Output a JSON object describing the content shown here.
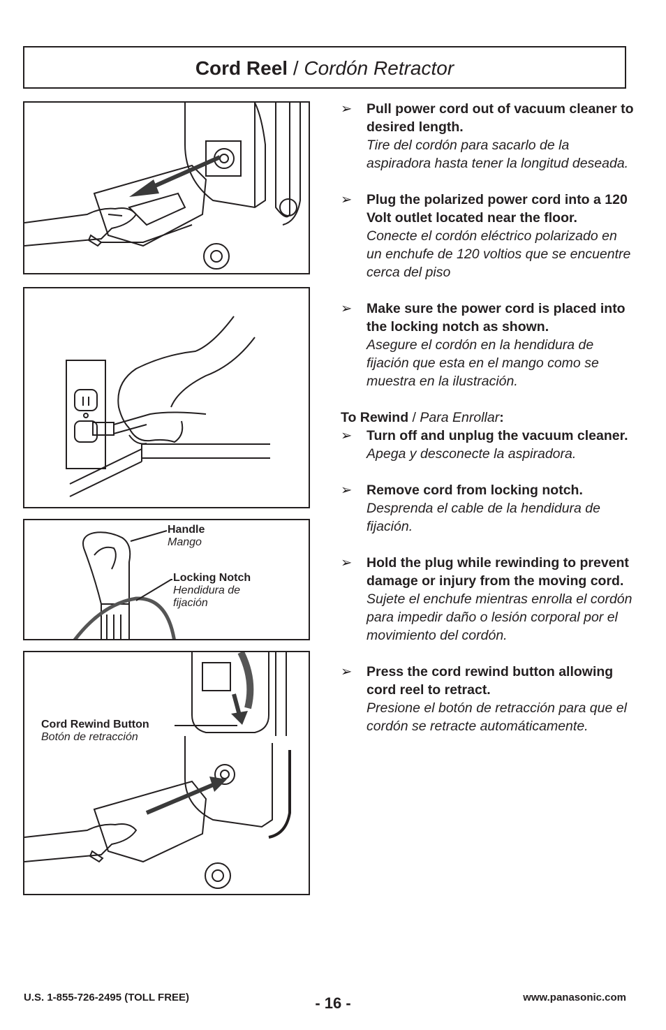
{
  "title": {
    "en": "Cord Reel",
    "sep": " / ",
    "es": "Cordón Retractor"
  },
  "figures": {
    "handle_label": {
      "en": "Handle",
      "es": "Mango"
    },
    "notch_label": {
      "en": "Locking Notch",
      "es": "Hendidura de fijación"
    },
    "rewind_button_label": {
      "en": "Cord Rewind Button",
      "es": "Botón de retracción"
    }
  },
  "steps_part1": [
    {
      "en": "Pull power cord out of vacuum cleaner to desired length.",
      "es": "Tire del cordón para sacarlo de la aspiradora hasta tener la longitud deseada."
    },
    {
      "en": "Plug the polarized power cord into a 120 Volt outlet located near the floor.",
      "es": "Conecte el cordón eléctrico polarizado en un enchufe de 120 voltios que se encuentre cerca del piso"
    },
    {
      "en": "Make sure the power cord is placed into the locking notch as shown.",
      "es": "Asegure el cordón en la hendidura de fijación que esta en el mango como se muestra en la ilustración."
    }
  ],
  "rewind_heading": {
    "en": "To Rewind",
    "sep": " / ",
    "es": "Para Enrollar",
    "colon": ":"
  },
  "steps_part2": [
    {
      "en": "Turn off and unplug the vacuum cleaner.",
      "es": "Apega y desconecte la aspiradora."
    },
    {
      "en": "Remove cord from locking notch.",
      "es": "Desprenda el cable de la hendidura de fijación."
    },
    {
      "en": "Hold the plug while rewinding to prevent damage or injury from the moving cord.",
      "es": "Sujete el enchufe mientras enrolla el cordón para impedir daño o lesión corporal por el movimiento del cordón."
    },
    {
      "en": "Press the cord rewind button allowing cord reel to retract.",
      "es": "Presione el botón de retracción para que el cordón se retracte automáticamente."
    }
  ],
  "bullet_glyph": "➢",
  "footer": {
    "phone": "U.S.  1-855-726-2495 (TOLL FREE)",
    "page": "- 16 -",
    "website": "www.panasonic.com"
  }
}
